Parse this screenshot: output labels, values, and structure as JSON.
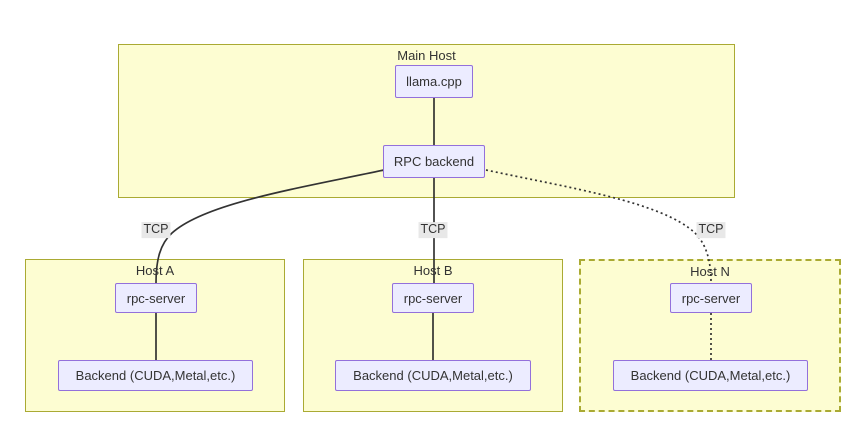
{
  "diagram_type": "flowchart",
  "clusters": {
    "main_host": {
      "label": "Main Host",
      "border_style": "solid"
    },
    "host_a": {
      "label": "Host A",
      "border_style": "solid"
    },
    "host_b": {
      "label": "Host B",
      "border_style": "solid"
    },
    "host_n": {
      "label": "Host N",
      "border_style": "dashed"
    }
  },
  "nodes": {
    "llama_cpp": {
      "label": "llama.cpp",
      "cluster": "Main Host"
    },
    "rpc_backend": {
      "label": "RPC backend",
      "cluster": "Main Host"
    },
    "rpc_server_a": {
      "label": "rpc-server",
      "cluster": "Host A"
    },
    "rpc_server_b": {
      "label": "rpc-server",
      "cluster": "Host B"
    },
    "rpc_server_n": {
      "label": "rpc-server",
      "cluster": "Host N"
    },
    "backend_a": {
      "label": "Backend (CUDA,Metal,etc.)",
      "cluster": "Host A"
    },
    "backend_b": {
      "label": "Backend (CUDA,Metal,etc.)",
      "cluster": "Host B"
    },
    "backend_n": {
      "label": "Backend (CUDA,Metal,etc.)",
      "cluster": "Host N"
    }
  },
  "connections": [
    {
      "from": "llama.cpp",
      "to": "RPC backend",
      "style": "solid",
      "label": ""
    },
    {
      "from": "RPC backend",
      "to": "rpc-server (Host A)",
      "style": "solid",
      "label": "TCP"
    },
    {
      "from": "RPC backend",
      "to": "rpc-server (Host B)",
      "style": "solid",
      "label": "TCP"
    },
    {
      "from": "RPC backend",
      "to": "rpc-server (Host N)",
      "style": "dotted",
      "label": "TCP"
    },
    {
      "from": "rpc-server (Host A)",
      "to": "Backend (CUDA,Metal,etc.)",
      "style": "solid",
      "label": ""
    },
    {
      "from": "rpc-server (Host B)",
      "to": "Backend (CUDA,Metal,etc.)",
      "style": "solid",
      "label": ""
    },
    {
      "from": "rpc-server (Host N)",
      "to": "Backend (CUDA,Metal,etc.)",
      "style": "dotted",
      "label": ""
    }
  ],
  "colors": {
    "node_fill": "#ECECFF",
    "node_border": "#9370DB",
    "cluster_fill": "#fdfdd2",
    "cluster_border": "#aaaa33",
    "edge_stroke": "#333333",
    "edge_label_bg": "#e8e8e8",
    "text": "#333333",
    "background": "#ffffff"
  }
}
